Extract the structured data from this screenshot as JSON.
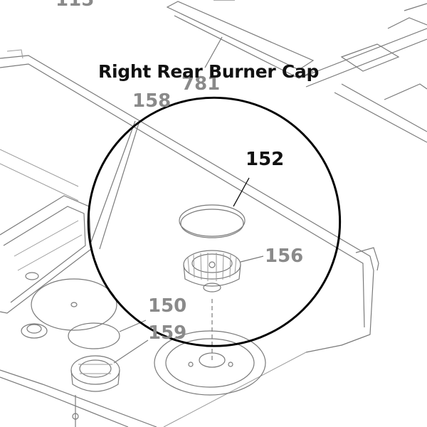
{
  "caption": "Right Rear Burner Cap",
  "parts": {
    "top_cut": "115",
    "p781": "781",
    "p158": "158",
    "p152": "152",
    "p156": "156",
    "p150": "150",
    "p159": "159"
  },
  "colors": {
    "highlight_part_number": "#111111",
    "part_number": "#8a8a8a",
    "drawing_line": "#7a7a7a",
    "callout_circle": "#000000"
  }
}
